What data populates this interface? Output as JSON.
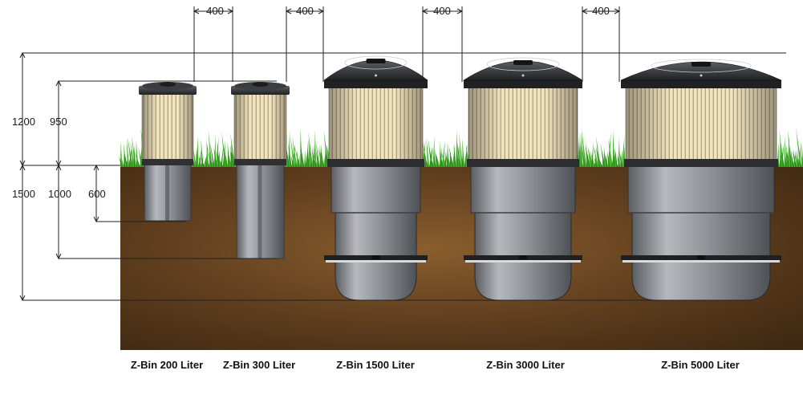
{
  "diagram": {
    "gap_labels": [
      "400",
      "400",
      "400",
      "400"
    ],
    "height_labels": {
      "h1200": "1200",
      "h950": "950"
    },
    "depth_labels": {
      "d1500": "1500",
      "d1000": "1000",
      "d600": "600"
    },
    "bins": [
      {
        "id": "bin-200",
        "label": "Z-Bin  200 Liter"
      },
      {
        "id": "bin-300",
        "label": "Z-Bin 300  Liter"
      },
      {
        "id": "bin-1500",
        "label": "Z-Bin  1500 Liter"
      },
      {
        "id": "bin-3000",
        "label": "Z-Bin  3000 Liter"
      },
      {
        "id": "bin-5000",
        "label": "Z-Bin  5000 Liter"
      }
    ],
    "colors": {
      "soil": "#4a2f17",
      "soil_light": "#7a5228",
      "grass": "#3fa82a",
      "bin_body": "#8d9196",
      "bin_dark": "#2c2e31",
      "slats": "#efe2bd"
    }
  }
}
